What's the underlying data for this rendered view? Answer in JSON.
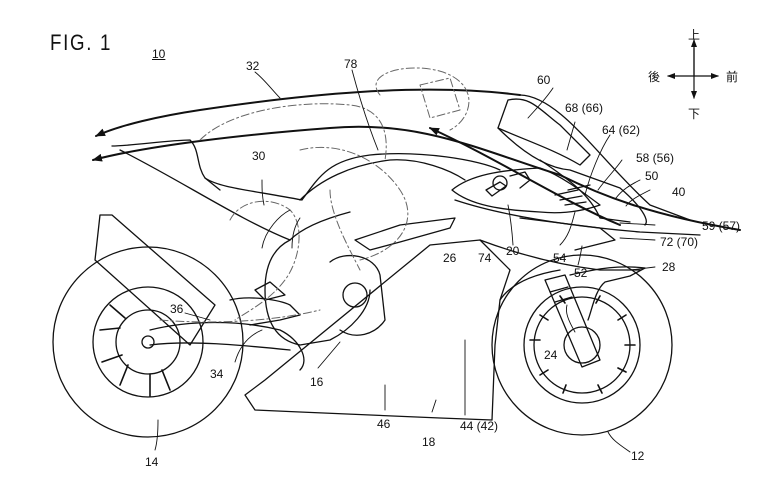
{
  "figure": {
    "title": "FIG. 1",
    "reference": "10"
  },
  "direction_indicator": {
    "up": "上",
    "down": "下",
    "rear": "後",
    "front": "前"
  },
  "labels": [
    {
      "id": "l32",
      "text": "32"
    },
    {
      "id": "l78",
      "text": "78"
    },
    {
      "id": "l60",
      "text": "60"
    },
    {
      "id": "l68",
      "text": "68 (66)"
    },
    {
      "id": "l64",
      "text": "64 (62)"
    },
    {
      "id": "l58",
      "text": "58 (56)"
    },
    {
      "id": "l50",
      "text": "50"
    },
    {
      "id": "l40",
      "text": "40"
    },
    {
      "id": "l59",
      "text": "59 (57)"
    },
    {
      "id": "l72",
      "text": "72 (70)"
    },
    {
      "id": "l30",
      "text": "30"
    },
    {
      "id": "l26",
      "text": "26"
    },
    {
      "id": "l74",
      "text": "74"
    },
    {
      "id": "l20",
      "text": "20"
    },
    {
      "id": "l54",
      "text": "54"
    },
    {
      "id": "l52",
      "text": "52"
    },
    {
      "id": "l28",
      "text": "28"
    },
    {
      "id": "l36",
      "text": "36"
    },
    {
      "id": "l34",
      "text": "34"
    },
    {
      "id": "l16",
      "text": "16"
    },
    {
      "id": "l24",
      "text": "24"
    },
    {
      "id": "l46",
      "text": "46"
    },
    {
      "id": "l44",
      "text": "44 (42)"
    },
    {
      "id": "l18",
      "text": "18"
    },
    {
      "id": "l14",
      "text": "14"
    },
    {
      "id": "l12",
      "text": "12"
    }
  ]
}
